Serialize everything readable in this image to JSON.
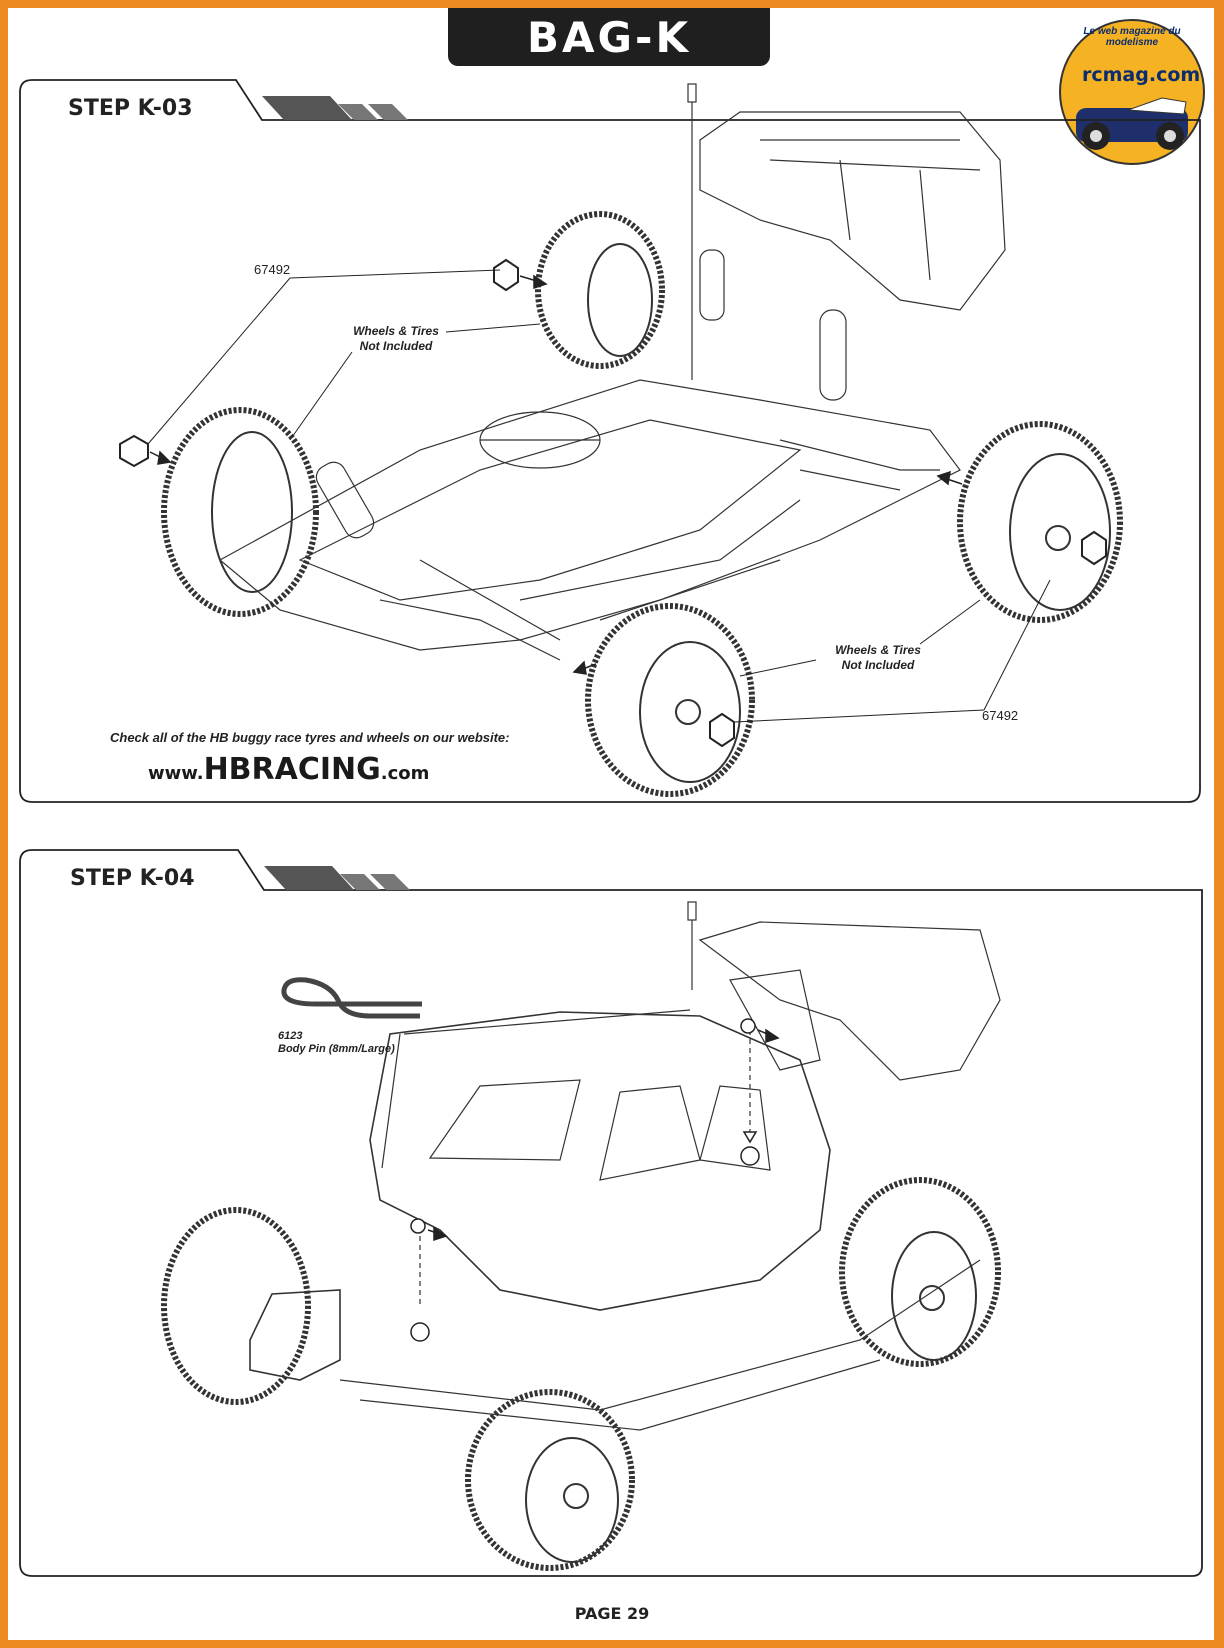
{
  "header": {
    "bag_title": "BAG-K"
  },
  "logo": {
    "tagline": "Le web magazine du modelisme",
    "name": "rcmag.com"
  },
  "step_k03": {
    "title": "STEP K-03",
    "part_number_left": "67492",
    "part_number_right": "67492",
    "wheels_note_top_line1": "Wheels & Tires",
    "wheels_note_top_line2": "Not Included",
    "wheels_note_bottom_line1": "Wheels & Tires",
    "wheels_note_bottom_line2": "Not Included",
    "website_note": "Check all of the HB buggy race tyres and wheels on our website:",
    "website_prefix": "www.",
    "website_brand": "HBRACING",
    "website_suffix": ".com"
  },
  "step_k04": {
    "title": "STEP K-04",
    "part_number": "6123",
    "part_name": "Body Pin (8mm/Large)"
  },
  "footer": {
    "page": "PAGE 29"
  },
  "colors": {
    "border": "#ee8a22",
    "tab": "#1f1f1f",
    "logo_blue": "#0b2c6e",
    "logo_yellow": "#f5b324"
  }
}
